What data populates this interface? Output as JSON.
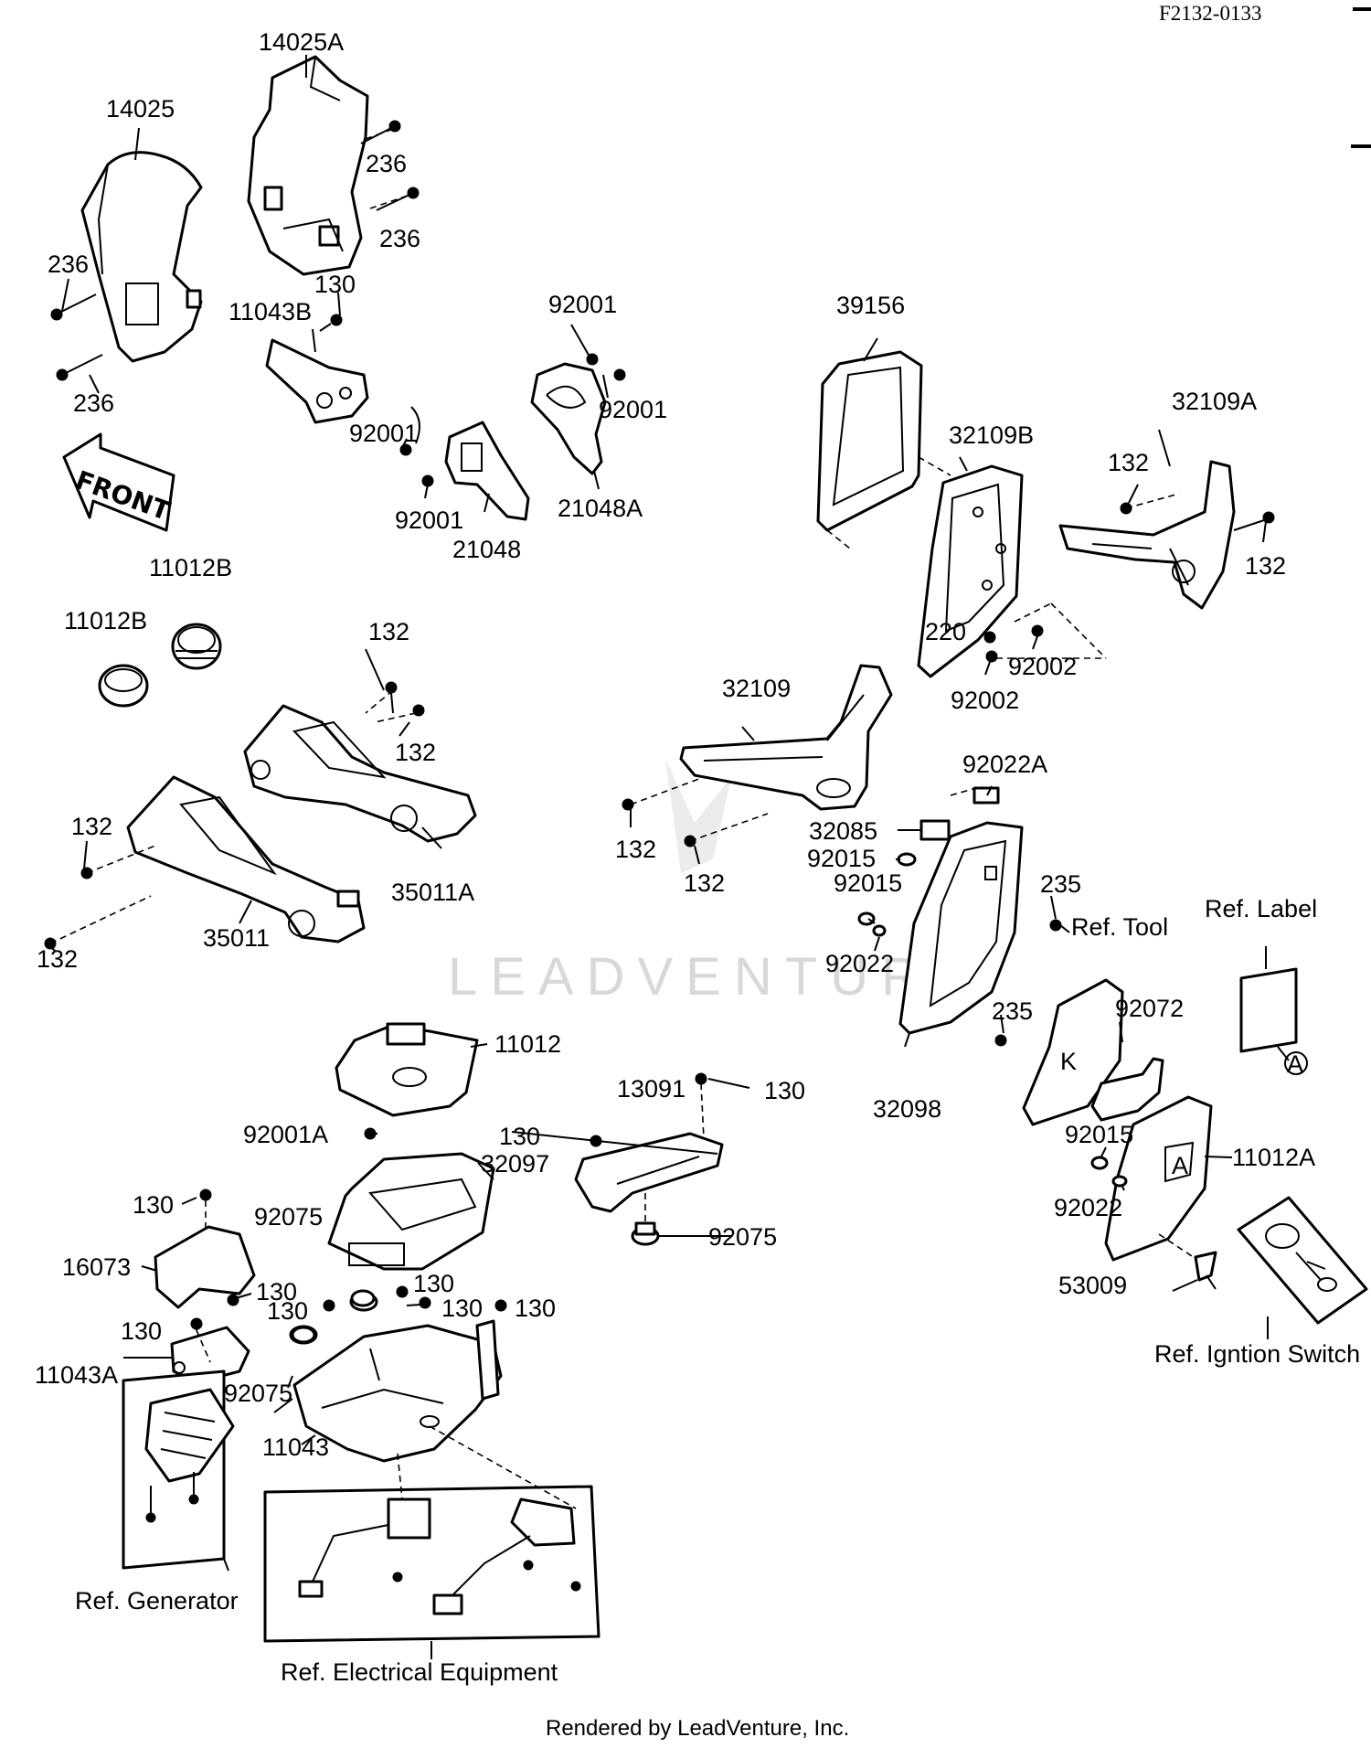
{
  "header": {
    "diagram_code": "F2132-0133"
  },
  "front_arrow": {
    "label": "FRONT",
    "icon": "front-direction-arrow-icon"
  },
  "watermark": {
    "text": "LEADVENTURE"
  },
  "footer": {
    "rendered_by": "Rendered by LeadVenture, Inc."
  },
  "labels": {
    "p14025A": "14025A",
    "p14025": "14025",
    "p236_a": "236",
    "p236_b": "236",
    "p236_c": "236",
    "p236_d": "236",
    "p130_a": "130",
    "p11043B": "11043B",
    "p92001_a": "92001",
    "p92001_b": "92001",
    "p92001_c": "92001",
    "p92001_d": "92001",
    "p21048A": "21048A",
    "p21048": "21048",
    "p39156": "39156",
    "p32109A": "32109A",
    "p32109B": "32109B",
    "p132_a": "132",
    "p132_b": "132",
    "p11012B_a": "11012B",
    "p11012B_b": "11012B",
    "p132_c": "132",
    "p132_d": "132",
    "p220": "220",
    "p92002_a": "92002",
    "p92002_b": "92002",
    "p32109": "32109",
    "p92022A": "92022A",
    "p132_e": "132",
    "p35011A": "35011A",
    "p132_f": "132",
    "p132_g": "132",
    "p132_h": "132",
    "p35011": "35011",
    "p32085": "32085",
    "p92015_a": "92015",
    "p92015_b": "92015",
    "p235_a": "235",
    "ref_tool": "Ref. Tool",
    "ref_label": "Ref. Label",
    "p92022_a": "92022",
    "p235_b": "235",
    "p92072": "92072",
    "p32098": "32098",
    "p11012": "11012",
    "p13091": "13091",
    "p130_b": "130",
    "p92001A": "92001A",
    "p130_c": "130",
    "p32097": "32097",
    "p92015_c": "92015",
    "p11012A": "11012A",
    "p130_d": "130",
    "p92075_a": "92075",
    "p92075_b": "92075",
    "p92022_b": "92022",
    "p16073": "16073",
    "p130_e": "130",
    "p130_f": "130",
    "p130_g": "130",
    "p130_h": "130",
    "p130_i": "130",
    "p53009": "53009",
    "p130_j": "130",
    "p11043A": "11043A",
    "p92075_c": "92075",
    "ref_ignition": "Ref. Igntion Switch",
    "p11043": "11043",
    "ref_generator": "Ref. Generator",
    "ref_electrical": "Ref. Electrical Equipment",
    "ref_a_1": "A",
    "ref_a_2": "A"
  }
}
